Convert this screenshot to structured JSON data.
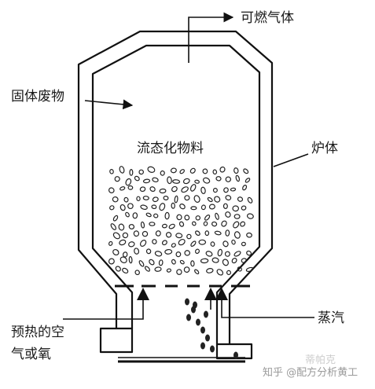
{
  "labels": {
    "combustible_gas": "可燃气体",
    "solid_waste": "固体废物",
    "fluidized_material": "流态化物料",
    "furnace_body": "炉体",
    "preheated_air_line1": "预热的空",
    "preheated_air_line2": "气或氧",
    "steam": "蒸汽"
  },
  "watermark": {
    "text": "知乎 @配方分析黄工",
    "faded_text": "蒂帕克"
  }
}
